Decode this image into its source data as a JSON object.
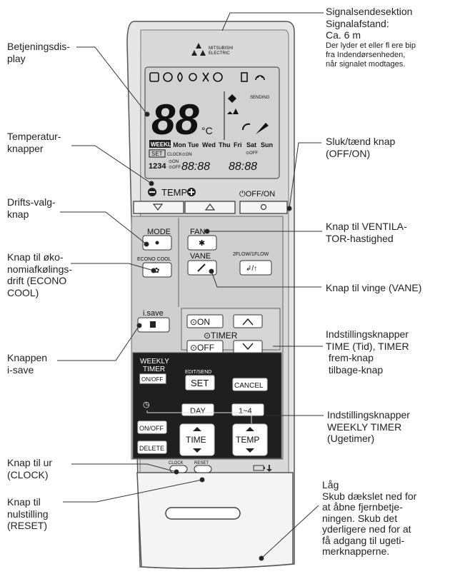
{
  "callouts": {
    "signal": {
      "lines": [
        "Signalsendesektion",
        "Signalafstand:",
        "Ca. 6 m"
      ],
      "small_lines": [
        "Der lyder et eller fl ere bip",
        "fra Indendørsenheden,",
        "når signalet modtages."
      ]
    },
    "display": {
      "lines": [
        "Betjeningsdis-",
        "play"
      ]
    },
    "temp": {
      "lines": [
        "Temperatur-",
        "knapper"
      ]
    },
    "offon": {
      "lines": [
        "Sluk/tænd knap",
        "(OFF/ON)"
      ]
    },
    "mode": {
      "lines": [
        "Drifts-valg-",
        "knap"
      ]
    },
    "fan": {
      "lines": [
        "Knap til VENTILA-",
        "TOR-hastighed"
      ]
    },
    "econo": {
      "lines": [
        "Knap til øko-",
        "nomiafkølings-",
        "drift (ECONO",
        "COOL)"
      ]
    },
    "vane": {
      "lines": [
        "Knap til vinge (VANE)"
      ]
    },
    "timer": {
      "lines": [
        "Indstillingsknapper",
        "TIME (Tid), TIMER",
        " frem-knap",
        " tilbage-knap"
      ]
    },
    "isave": {
      "lines": [
        "Knappen",
        "i-save"
      ]
    },
    "weekly": {
      "lines": [
        "Indstillingsknapper",
        "WEEKLY TIMER",
        "(Ugetimer)"
      ]
    },
    "clock": {
      "lines": [
        "Knap til ur",
        "(CLOCK)"
      ]
    },
    "reset": {
      "lines": [
        "Knap til",
        "nulstilling",
        "(RESET)"
      ]
    },
    "lid": {
      "lines": [
        "Låg",
        "Skub dækslet ned for",
        "at åbne fjernbetje-",
        "ningen. Skub det",
        "yderligere ned for at",
        "få adgang til ugeti-",
        "merknapperne."
      ]
    }
  },
  "remote": {
    "brand": [
      "MITSUBISHI",
      "ELECTRIC"
    ],
    "lcd": {
      "digits": "88",
      "unit": "°C",
      "sending": "SENDING",
      "weekly": "WEEKLY",
      "days": [
        "Mon",
        "Tue",
        "Wed",
        "Thu",
        "Fri",
        "Sat",
        "Sun"
      ],
      "set": "SET",
      "clock_on": "CLOCK⊙ON",
      "off": "⊙OFF",
      "nums": "1234",
      "on_small": "⊙ON",
      "off_small": "⊙OFF",
      "time1": "88:88",
      "time2": "88:88"
    },
    "temp_label": "TEMP",
    "offon_label": "⏻OFF/ON",
    "buttons": {
      "mode": "MODE",
      "fan": "FAN",
      "econo": "ECONO COOL",
      "vane": "VANE",
      "flow": "2FLOW/1FLOW",
      "isave": "i.save",
      "on": "⊙ON",
      "off": "⊙OFF",
      "timer": "⊙TIMER",
      "weekly": [
        "WEEKLY",
        "TIMER"
      ],
      "weekly_onoff": "ON/OFF",
      "edit_send": "EDIT/SEND",
      "set": "SET",
      "cancel": "CANCEL",
      "day": "DAY",
      "range": "1~4",
      "onoff": "ON/OFF",
      "delete": "DELETE",
      "time": "TIME",
      "temp": "TEMP",
      "clock": "CLOCK",
      "reset": "RESET"
    }
  }
}
